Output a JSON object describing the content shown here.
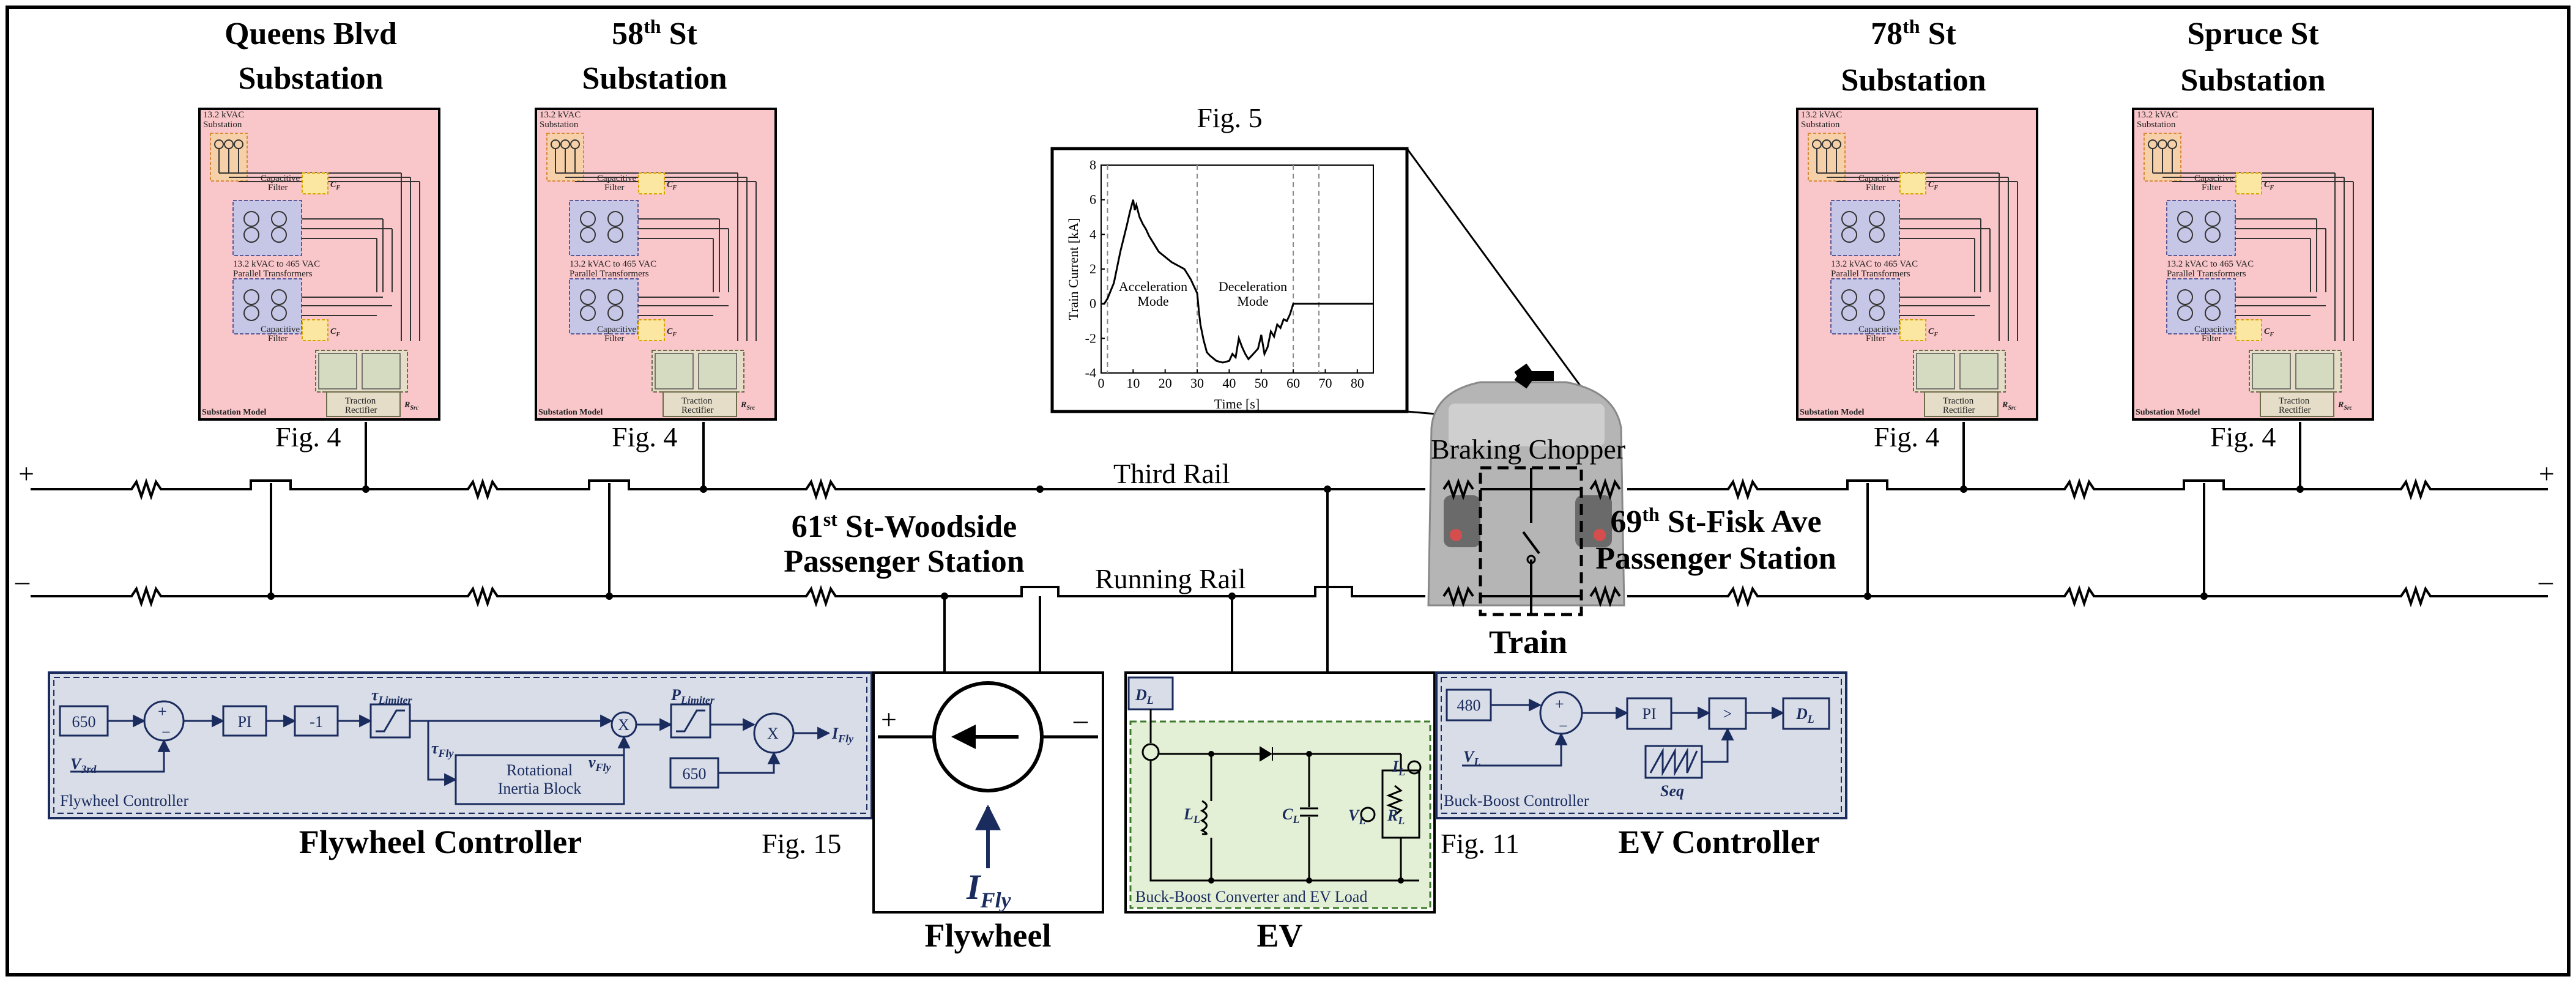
{
  "figure": {
    "border_color": "#000000",
    "substation_fill": "#f9c6c9",
    "controller_fill": "#d8dde8",
    "converter_fill": "#e4f0d6",
    "accent_blue": "#1a2b5e"
  },
  "substations": [
    {
      "title_line1": "Queens Blvd",
      "title_line2": "Substation",
      "fig_ref": "Fig. 4"
    },
    {
      "title_line1": "58",
      "title_sup": "th",
      "title_line1_rest": " St",
      "title_line2": "Substation",
      "fig_ref": "Fig. 4"
    },
    {
      "title_line1": "78",
      "title_sup": "th",
      "title_line1_rest": " St",
      "title_line2": "Substation",
      "fig_ref": "Fig. 4"
    },
    {
      "title_line1": "Spruce St",
      "title_line2": "Substation",
      "fig_ref": "Fig. 4"
    }
  ],
  "substation_model": {
    "top_label": "13.2 kVAC",
    "top_label2": "Substation",
    "cap_filter1": "Capacitive",
    "cap_filter1b": "Filter",
    "cf1": "C",
    "cf_sub": "F",
    "transformer1": "13.2 kVAC to 465 VAC",
    "transformer2": "Parallel Transformers",
    "cap_filter2": "Capacitive",
    "cap_filter2b": "Filter",
    "rectifier1": "Traction",
    "rectifier2": "Rectifier",
    "rsrc": "R",
    "rsrc_sub": "Src",
    "model_label": "Substation Model"
  },
  "rails": {
    "plus": "+",
    "minus": "–",
    "third_rail": "Third Rail",
    "running_rail": "Running Rail"
  },
  "stations": [
    {
      "line1_pre": "61",
      "line1_sup": "st",
      "line1_post": " St-Woodside",
      "line2": "Passenger Station"
    },
    {
      "line1_pre": "69",
      "line1_sup": "th",
      "line1_post": " St-Fisk Ave",
      "line2": "Passenger Station"
    }
  ],
  "train": {
    "label": "Train",
    "braking_chopper": "Braking Chopper"
  },
  "fig5": {
    "caption": "Fig. 5",
    "ylabel": "Train Current [kA]",
    "xlabel": "Time [s]",
    "accel_line1": "Acceleration",
    "accel_line2": "Mode",
    "decel_line1": "Deceleration",
    "decel_line2": "Mode"
  },
  "chart_data": {
    "type": "line",
    "title": "",
    "xlabel": "Time [s]",
    "ylabel": "Train Current [kA]",
    "xlim": [
      0,
      85
    ],
    "ylim": [
      -4,
      8
    ],
    "xticks": [
      0,
      10,
      20,
      30,
      40,
      50,
      60,
      70,
      80
    ],
    "yticks": [
      -4,
      -2,
      0,
      2,
      4,
      6,
      8
    ],
    "grid": false,
    "vlines": [
      2,
      30,
      60,
      68
    ],
    "annotations": [
      {
        "text": "Acceleration Mode",
        "x": 15,
        "y": 1.5
      },
      {
        "text": "Deceleration Mode",
        "x": 44,
        "y": 0.3
      }
    ],
    "series": [
      {
        "x": [
          0,
          1,
          2,
          4,
          6,
          8,
          9,
          10,
          10.5,
          11,
          12,
          13,
          14,
          15,
          16,
          18,
          20,
          22,
          24,
          26,
          27,
          28,
          29,
          30,
          30.5,
          31,
          32,
          33,
          34,
          36,
          38,
          40,
          41,
          42,
          43,
          44,
          45,
          46,
          47,
          48,
          49,
          50,
          51,
          52,
          53,
          54,
          55,
          56,
          57,
          58,
          59,
          60,
          61,
          62,
          65,
          70,
          75,
          80,
          85
        ],
        "y": [
          0,
          0,
          0.3,
          1.2,
          3.0,
          4.5,
          5.3,
          6.0,
          5.4,
          5.7,
          5.0,
          4.6,
          4.3,
          3.9,
          3.6,
          3.0,
          2.7,
          2.4,
          2.2,
          2.0,
          1.7,
          1.4,
          1.0,
          0.6,
          -0.4,
          -1.2,
          -2.1,
          -2.8,
          -3.0,
          -3.3,
          -3.4,
          -3.3,
          -2.9,
          -3.1,
          -2.0,
          -2.5,
          -2.9,
          -3.2,
          -3.0,
          -2.8,
          -2.6,
          -1.8,
          -2.9,
          -2.5,
          -1.6,
          -1.9,
          -1.2,
          -1.4,
          -0.9,
          -1.0,
          -0.6,
          0.0,
          0.0,
          0.0,
          0.0,
          0.0,
          0.0,
          0.0,
          0.0
        ]
      }
    ]
  },
  "flywheel": {
    "label": "Flywheel",
    "plus": "+",
    "minus": "–",
    "current_label": "I",
    "current_sub": "Fly"
  },
  "flywheel_controller": {
    "title": "Flywheel Controller",
    "fig_ref": "Fig. 15",
    "panel_label": "Flywheel Controller",
    "const1": "650",
    "vin": "V",
    "vin_sub": "3rd",
    "pi": "PI",
    "neg1": "-1",
    "tau_limiter": "τ",
    "tau_limiter_sub": "Limiter",
    "tau_fly": "τ",
    "tau_fly_sub": "Fly",
    "rot1": "Rotational",
    "rot2": "Inertia Block",
    "vfly": "v",
    "vfly_sub": "Fly",
    "mult": "X",
    "p_limiter": "P",
    "p_limiter_sub": "Limiter",
    "const2": "650",
    "div": "X",
    "out": "I",
    "out_sub": "Fly"
  },
  "ev": {
    "label": "EV",
    "converter_label": "Buck-Boost Converter and EV Load",
    "dl": "D",
    "dl_sub": "L",
    "ll": "L",
    "ll_sub": "L",
    "cl": "C",
    "cl_sub": "L",
    "vl": "V",
    "vl_sub": "L",
    "rl": "R",
    "rl_sub": "L",
    "il": "I",
    "il_sub": "L"
  },
  "ev_controller": {
    "title": "EV Controller",
    "fig_ref": "Fig. 11",
    "panel_label": "Buck-Boost Controller",
    "const": "480",
    "vl": "V",
    "vl_sub": "L",
    "pi": "PI",
    "cmp": ">",
    "seq": "Seq",
    "out": "D",
    "out_sub": "L"
  }
}
